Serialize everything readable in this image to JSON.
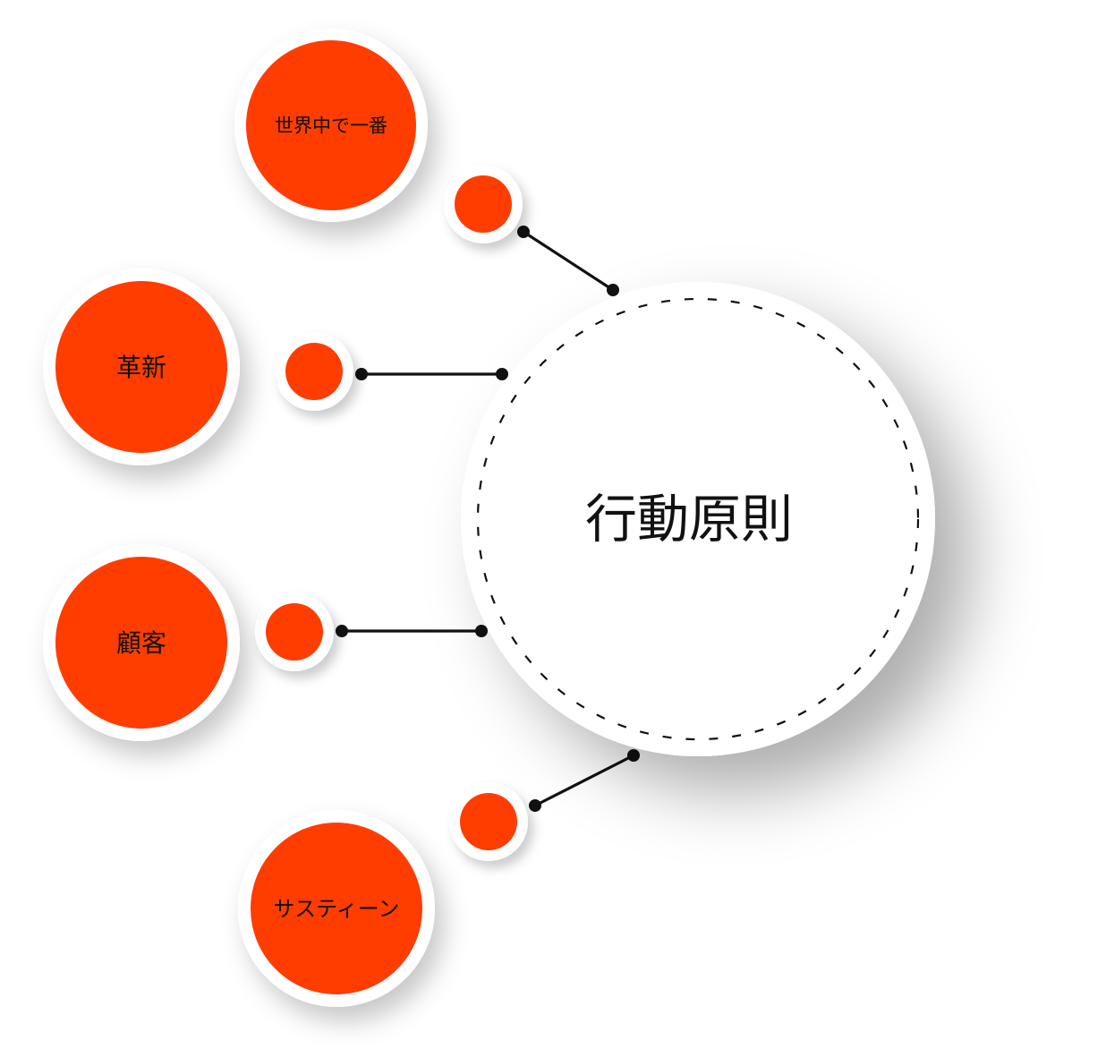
{
  "diagram": {
    "center": {
      "label": "行動原則"
    },
    "nodes": [
      {
        "id": "sekaiichi",
        "label": "世界中で一番"
      },
      {
        "id": "kakushin",
        "label": "革新"
      },
      {
        "id": "kokyaku",
        "label": "顧客"
      },
      {
        "id": "sustein",
        "label": "サスティーン"
      }
    ]
  },
  "colors": {
    "accent": "#FF3D00",
    "ring": "#FFFFFF",
    "connector": "#111111",
    "dash": "#111111",
    "text": "#111111"
  }
}
